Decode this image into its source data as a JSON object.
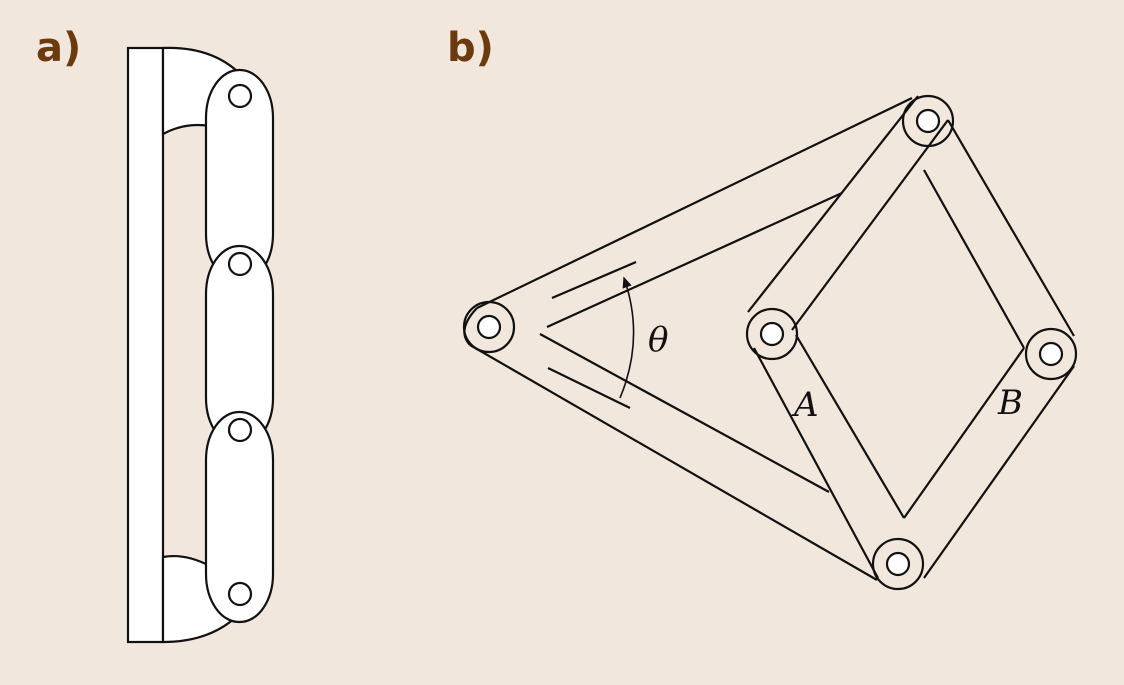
{
  "panels": {
    "a": {
      "label": "a)"
    },
    "b": {
      "label": "b)",
      "angle_symbol": "θ",
      "link_a": "A",
      "link_b": "B"
    }
  },
  "colors": {
    "background": "#f1e7dd",
    "label": "#6b3a0f",
    "stroke": "#111111",
    "fill": "#ffffff"
  }
}
